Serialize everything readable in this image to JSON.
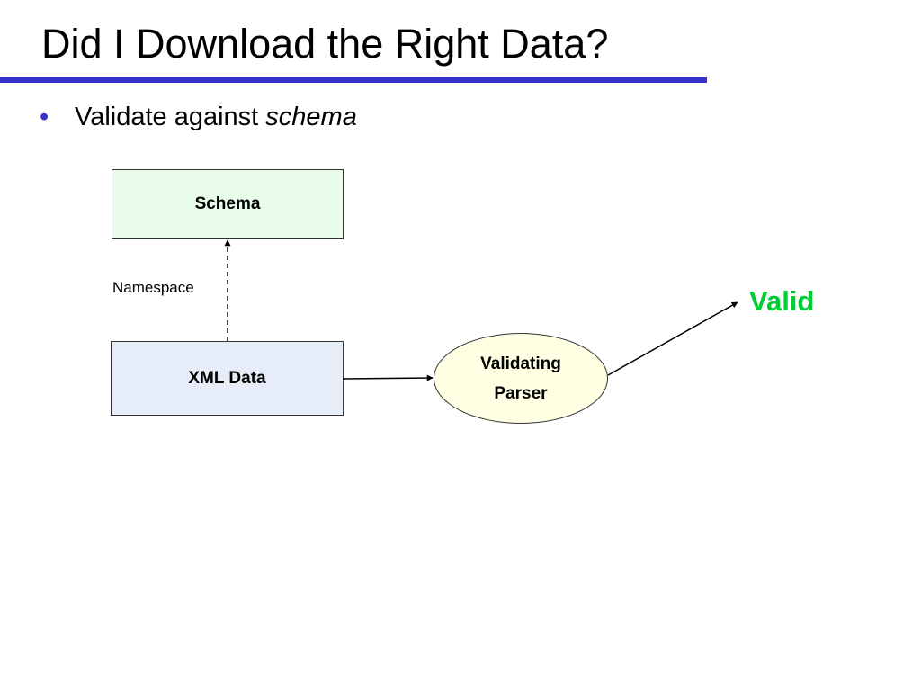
{
  "slide": {
    "title": "Did I Download the Right Data?",
    "bullet": {
      "marker": "•",
      "text": "Validate against",
      "emphasis": "schema"
    }
  },
  "diagram": {
    "nodes": {
      "schema": "Schema",
      "xml_data": "XML Data",
      "parser_line1": "Validating",
      "parser_line2": "Parser",
      "result": "Valid"
    },
    "edge_labels": {
      "namespace": "Namespace"
    }
  },
  "colors": {
    "title_rule": "#3333cc",
    "bullet_marker": "#3333cc",
    "schema_fill": "#e9fbe9",
    "xml_fill": "#e6edf8",
    "parser_fill": "#ffffe4",
    "valid_text": "#00cc33"
  }
}
